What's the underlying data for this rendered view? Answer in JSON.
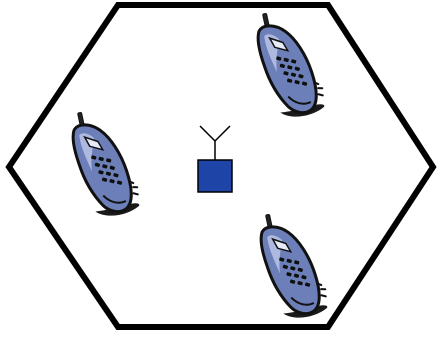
{
  "diagram": {
    "cell": {
      "shape": "hexagon",
      "stroke_color": "#000000",
      "fill_color": "#ffffff"
    },
    "base_station": {
      "icon": "antenna-icon",
      "fill_color": "#1f44a8",
      "stroke_color": "#000000"
    },
    "mobile_phones": [
      {
        "icon": "mobile-phone-icon",
        "region": "top-right"
      },
      {
        "icon": "mobile-phone-icon",
        "region": "left"
      },
      {
        "icon": "mobile-phone-icon",
        "region": "bottom-right"
      }
    ],
    "phone_colors": {
      "body": "#6c7fb8",
      "body_light": "#aeb9df",
      "outline": "#111111",
      "screen": "#e6ebf7",
      "shadow": "#1a1a1a"
    }
  }
}
